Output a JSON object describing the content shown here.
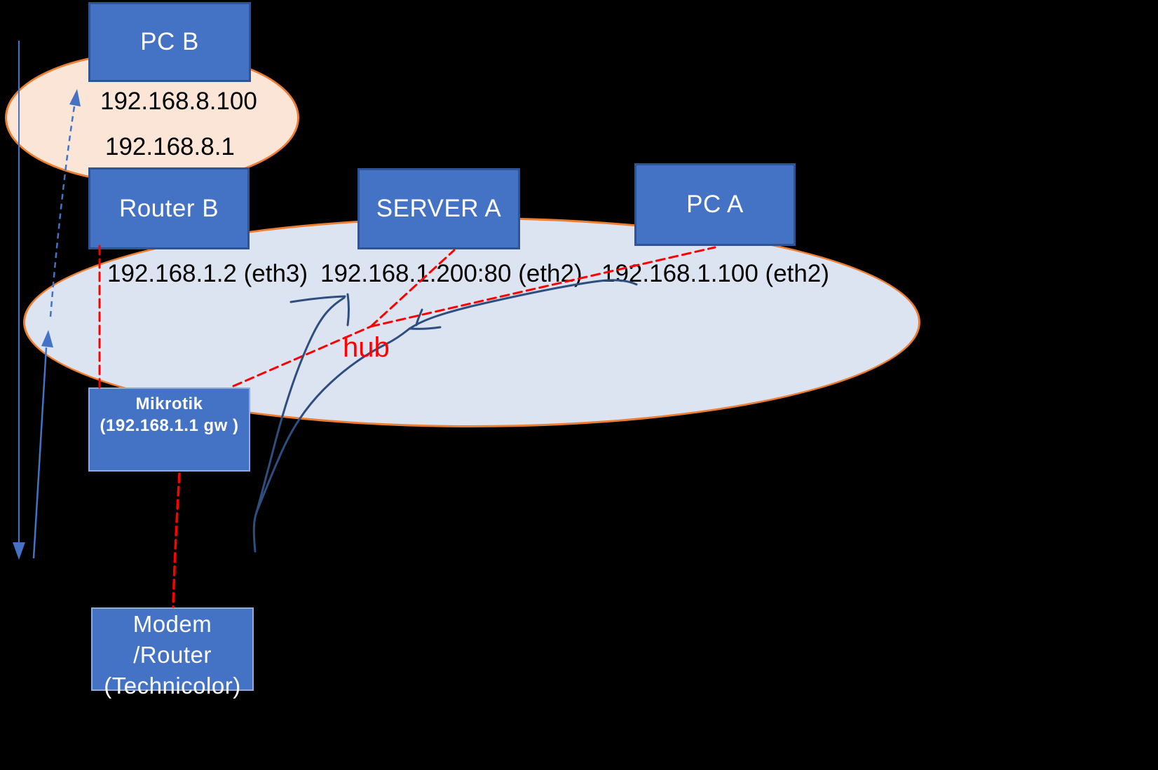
{
  "background": "#000000",
  "colors": {
    "node_fill": "#4472C4",
    "node_border_dark": "#2F5496",
    "node_border_light": "#8FAADC",
    "ellipse_stroke": "#ED7D31",
    "wifi_network_fill": "#FBE5D6",
    "lan_network_fill": "#DCE3F1",
    "red_dashed_line": "#FF0000",
    "blue_arrow": "#4472C4",
    "sketch_line_blue": "#2E4E7E",
    "ip_text": "#000000",
    "hub_text": "#FF0000",
    "node_text": "#FFFFFF"
  },
  "nodes": {
    "pc_b": {
      "label": "PC B"
    },
    "router_b": {
      "label": "Router B"
    },
    "server_a": {
      "label": "SERVER A"
    },
    "pc_a": {
      "label": "PC A"
    },
    "mikrotik": {
      "label": "Mikrotik",
      "sublabel": "(192.168.1.1 gw )"
    },
    "modem": {
      "lines": [
        "Modem",
        "/Router",
        "(Technicolor)"
      ]
    }
  },
  "ip_labels": {
    "wifi_client": "192.168.8.100",
    "wifi_gateway": "192.168.8.1",
    "router_b_lan": "192.168.1.2 (eth3)",
    "server_a_lan": "192.168.1.200:80 (eth2)",
    "pc_a_lan": "192.168.1.100 (eth2)"
  },
  "annotations": {
    "hub": "hub"
  }
}
